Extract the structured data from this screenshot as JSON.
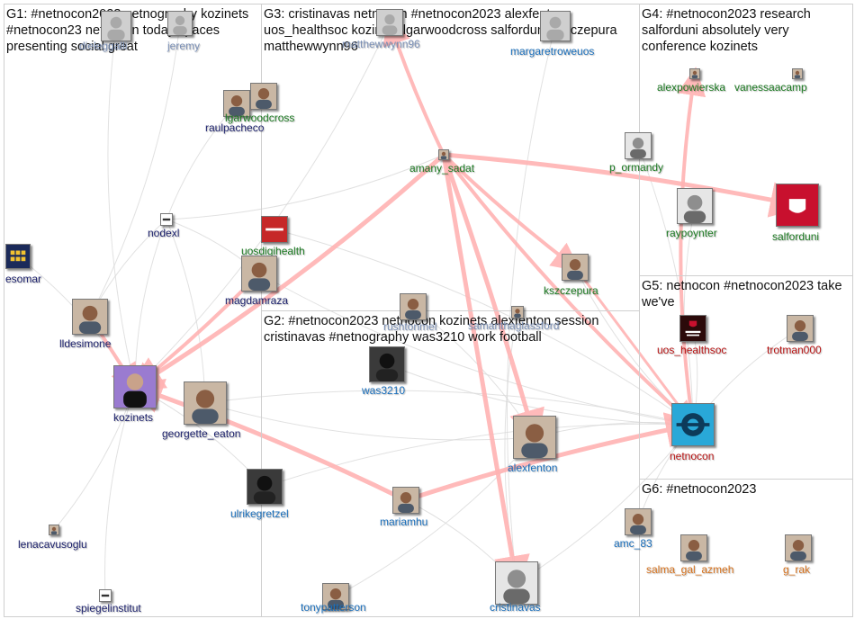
{
  "groups": [
    {
      "id": "g1",
      "title": "G1: #netnocon2023 netnography kozinets #netnocon23 netnocon today spaces presenting social great"
    },
    {
      "id": "g2",
      "title": "G2: #netnocon2023 netnocon kozinets alexfenton session cristinavas #netnography was3210 work football"
    },
    {
      "id": "g3",
      "title": "G3: cristinavas netnocon #netnocon2023 alexfenton uos_healthsoc kozinets lgarwoodcross salforduni kszczepura matthewwynn96"
    },
    {
      "id": "g4",
      "title": "G4: #netnocon2023 research salforduni absolutely very conference kozinets"
    },
    {
      "id": "g5",
      "title": "G5: netnocon #netnocon2023 take we've"
    },
    {
      "id": "g6",
      "title": "G6: #netnocon2023"
    }
  ],
  "nodes": {
    "dieleg": {
      "label": "dieleggalli"
    },
    "jeremy": {
      "label": "jeremy"
    },
    "raulpacheco": {
      "label": "raulpacheco"
    },
    "lgarwoodcross": {
      "label": "lgarwoodcross"
    },
    "nodexl": {
      "label": "nodexl"
    },
    "uosdigihealth": {
      "label": "uosdigihealth"
    },
    "esomar": {
      "label": "esomar"
    },
    "magdamraza": {
      "label": "magdamraza"
    },
    "lldesimone": {
      "label": "lldesimone"
    },
    "kozinets": {
      "label": "kozinets"
    },
    "georgette_eaton": {
      "label": "georgette_eaton"
    },
    "ulrikegretzel": {
      "label": "ulrikegretzel"
    },
    "lenacavusoglu": {
      "label": "lenacavusoglu"
    },
    "spiegelinstitut": {
      "label": "spiegelinstitut"
    },
    "matthewwynn96": {
      "label": "matthewwynn96"
    },
    "margaretroweuos": {
      "label": "margaretroweuos"
    },
    "amany_sadat": {
      "label": "amany_sadat"
    },
    "kszczepura": {
      "label": "kszczepura"
    },
    "rushtonmel": {
      "label": "rushtonmel"
    },
    "samanthaglassford": {
      "label": "samanthaglassford"
    },
    "was3210": {
      "label": "was3210"
    },
    "alexfenton": {
      "label": "alexfenton"
    },
    "mariamhu": {
      "label": "mariamhu"
    },
    "tonypatterson": {
      "label": "tonypatterson"
    },
    "cristinavas": {
      "label": "cristinavas"
    },
    "alexpowierska": {
      "label": "alexpowierska"
    },
    "vanessaacamp": {
      "label": "vanessaacamp"
    },
    "p_ormandy": {
      "label": "p_ormandy"
    },
    "raypoynter": {
      "label": "raypoynter"
    },
    "salforduni": {
      "label": "salforduni"
    },
    "uos_healthsoc": {
      "label": "uos_healthsoc"
    },
    "trotman000": {
      "label": "trotman000"
    },
    "netnocon": {
      "label": "netnocon"
    },
    "amc_83": {
      "label": "amc_83"
    },
    "salma_gal_azmeh": {
      "label": "salma_gal_azmeh"
    },
    "g_rak": {
      "label": "g_rak"
    }
  },
  "colors": {
    "g1": "#1a1f6b",
    "g2": "#1b6fbb",
    "g3": "#1c7a22",
    "g4": "#1c7a22",
    "g5": "#b81414",
    "g6": "#d6721e",
    "edge_strong": "#ffb3b3",
    "edge_light": "#d9d9d9"
  }
}
